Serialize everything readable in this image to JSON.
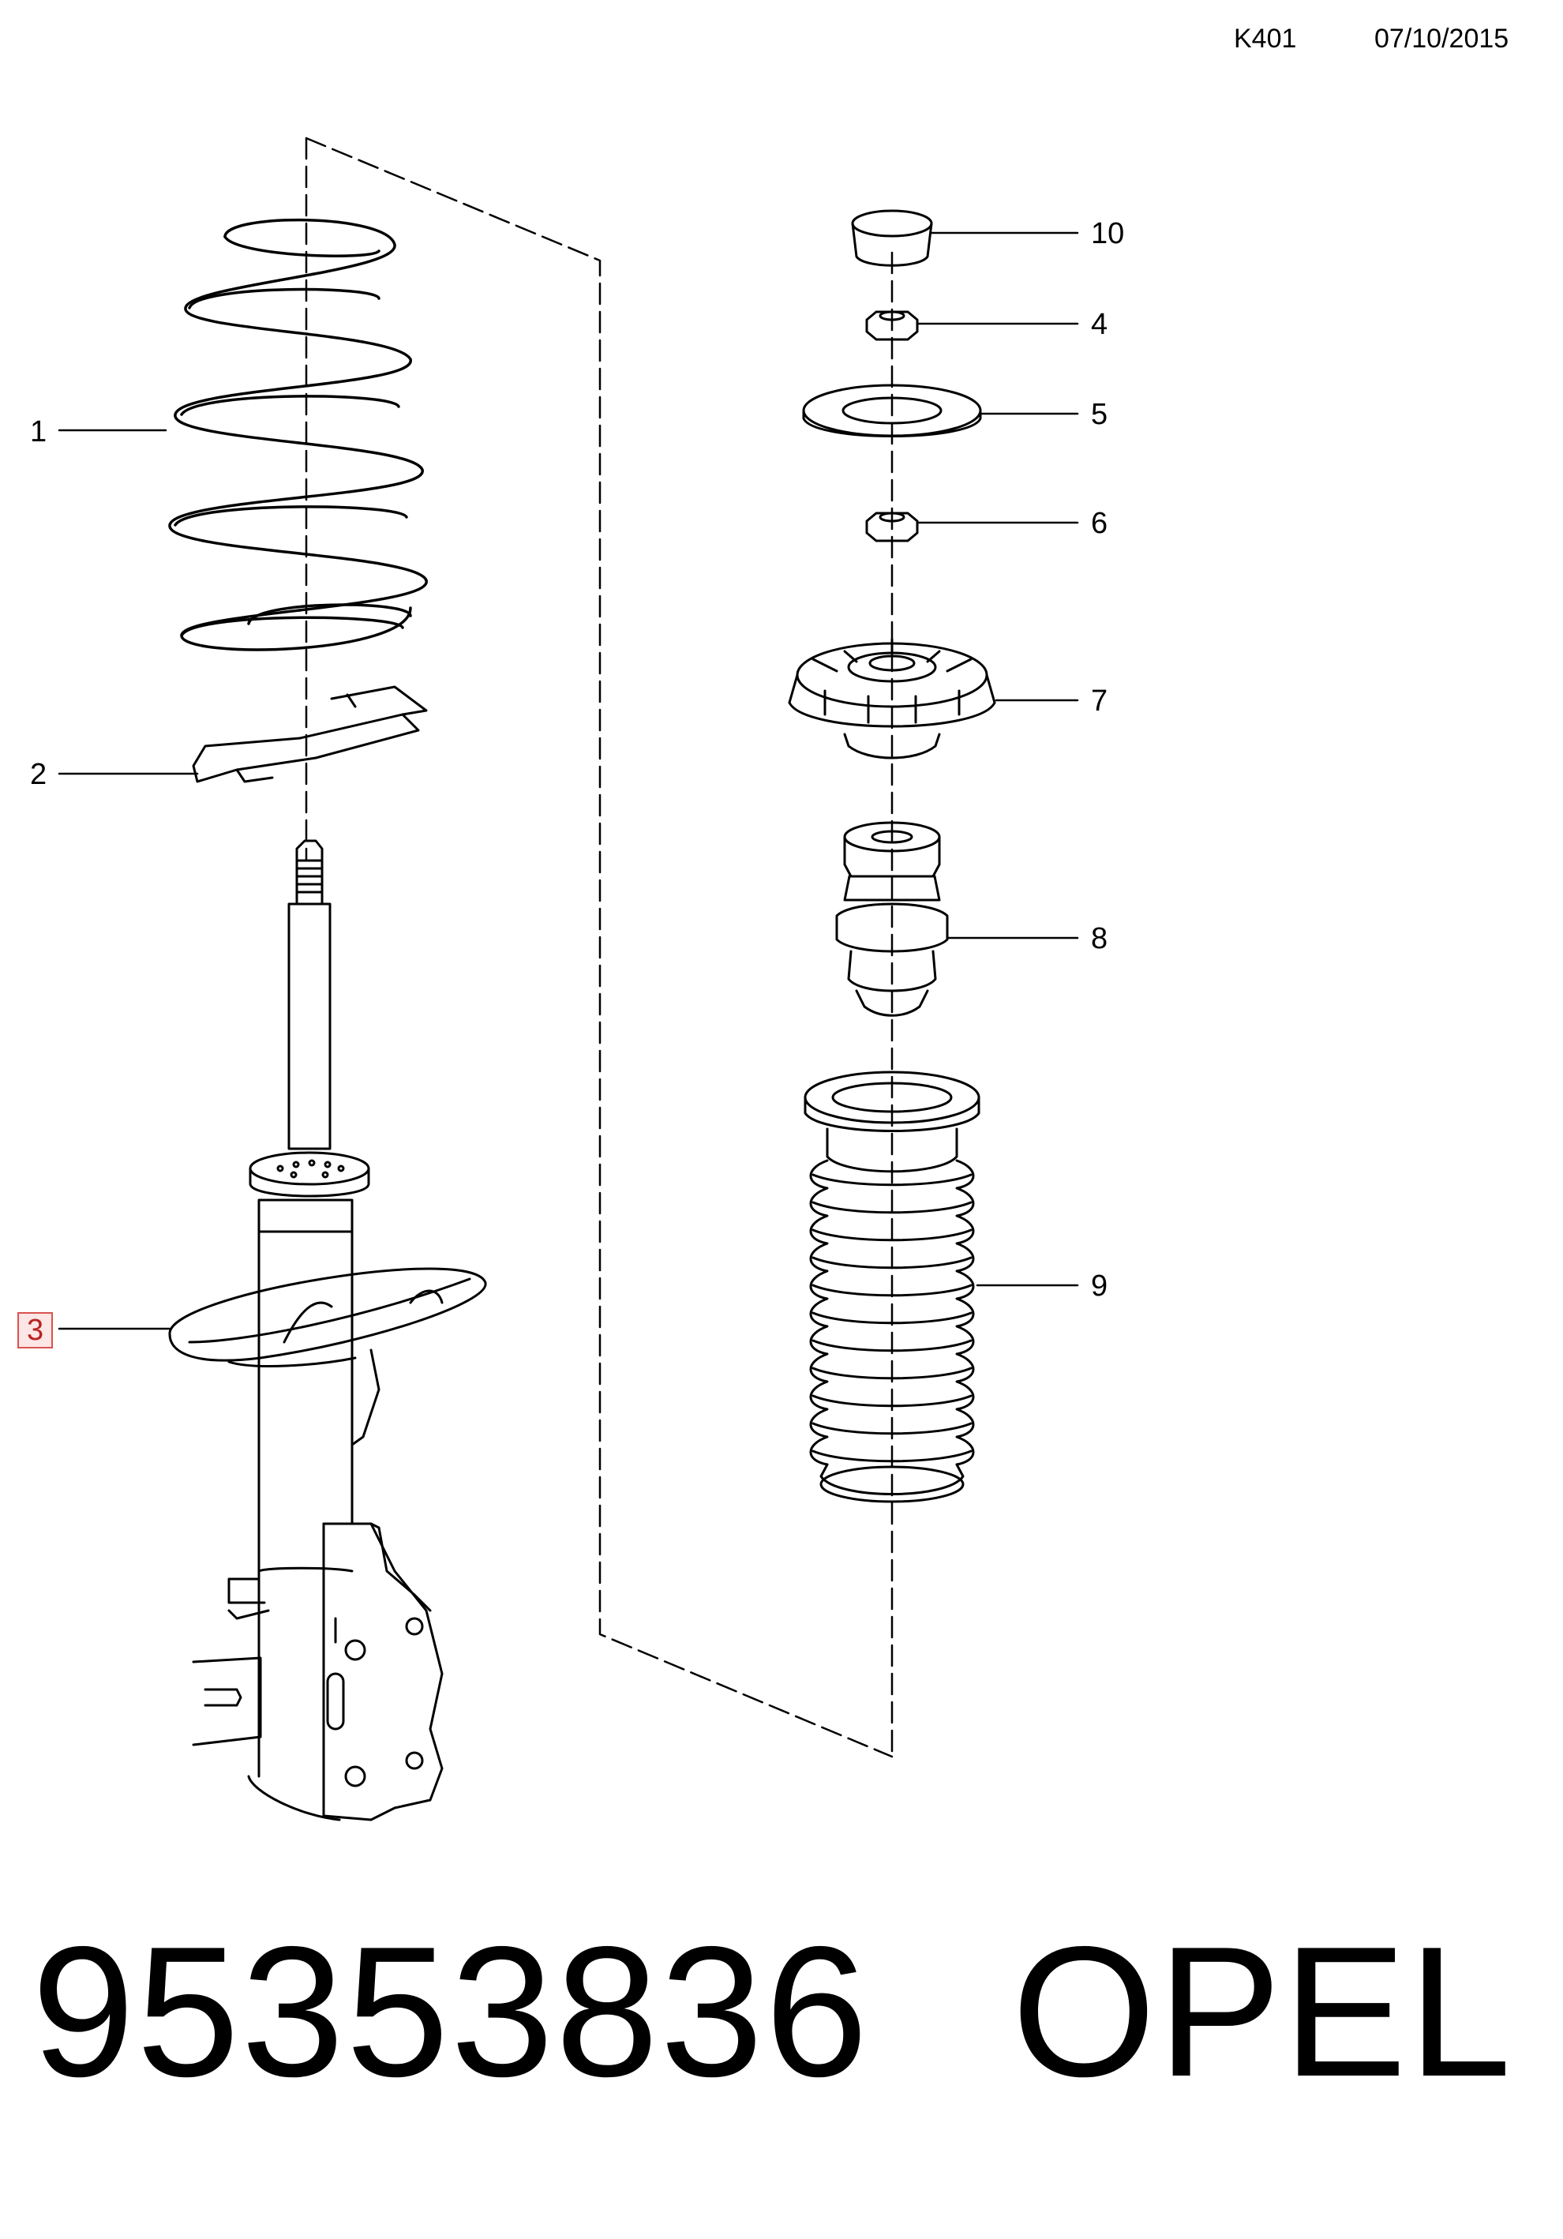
{
  "header": {
    "code": "K401",
    "date": "07/10/2015"
  },
  "callouts": [
    {
      "number": "1",
      "highlighted": false
    },
    {
      "number": "2",
      "highlighted": false
    },
    {
      "number": "3",
      "highlighted": true
    },
    {
      "number": "4",
      "highlighted": false
    },
    {
      "number": "5",
      "highlighted": false
    },
    {
      "number": "6",
      "highlighted": false
    },
    {
      "number": "7",
      "highlighted": false
    },
    {
      "number": "8",
      "highlighted": false
    },
    {
      "number": "9",
      "highlighted": false
    },
    {
      "number": "10",
      "highlighted": false
    }
  ],
  "footer": {
    "part_number": "95353836",
    "brand": "OPEL"
  },
  "colors": {
    "highlight_border": "#d9534f",
    "highlight_fill": "#fde6e6",
    "line": "#000000"
  }
}
